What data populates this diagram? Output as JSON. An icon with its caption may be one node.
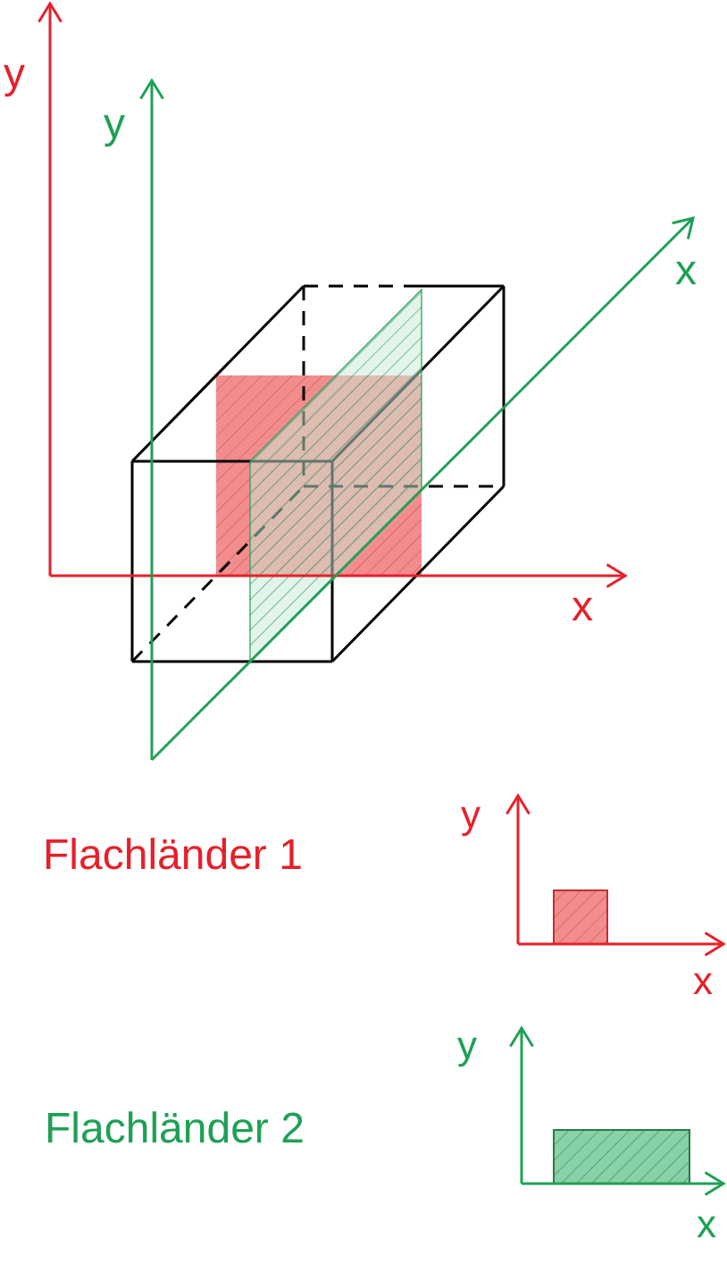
{
  "diagram": {
    "labels": [
      "y",
      "y",
      "x",
      "x",
      "y",
      "Flachländer 1",
      "x",
      "y",
      "Flachländer 2",
      "x"
    ]
  }
}
